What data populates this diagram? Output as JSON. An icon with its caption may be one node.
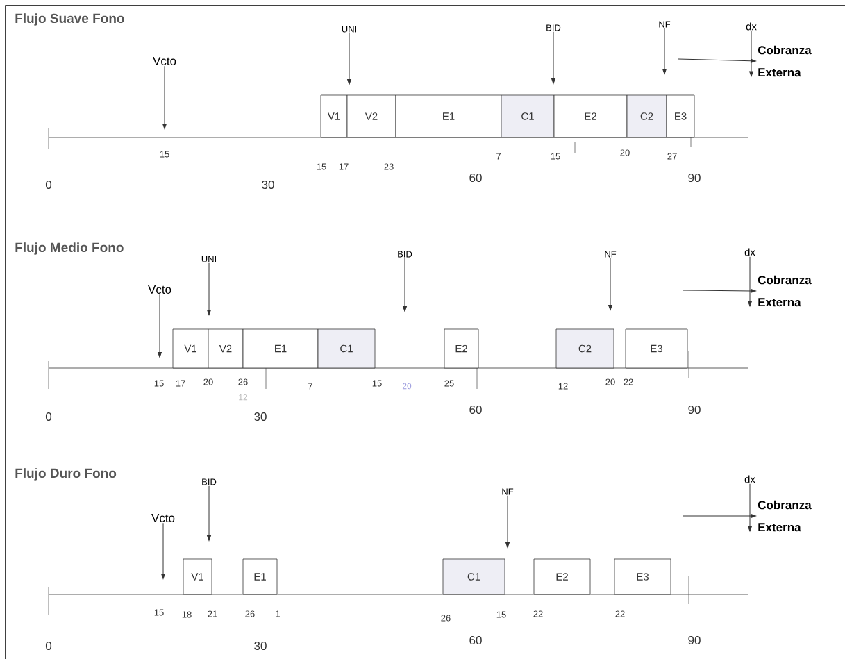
{
  "diagram": {
    "nodes": [
      {
        "text": [
          "Vcto"
        ]
      },
      {
        "text": [
          "UNI"
        ]
      },
      {
        "text": [
          "BID"
        ]
      },
      {
        "text": [
          "NF"
        ]
      },
      {
        "text": [
          "dx"
        ]
      },
      {
        "text": [
          "Cobranza Externa"
        ]
      },
      {
        "text": [
          "V1"
        ]
      },
      {
        "text": [
          "V2"
        ]
      },
      {
        "text": [
          "E1"
        ]
      },
      {
        "text": [
          "C1"
        ]
      },
      {
        "text": [
          "E2"
        ]
      },
      {
        "text": [
          "C2"
        ]
      },
      {
        "text": [
          "E3"
        ]
      },
      {
        "text": [
          "Vcto"
        ]
      },
      {
        "text": [
          "UNI"
        ]
      },
      {
        "text": [
          "BID"
        ]
      },
      {
        "text": [
          "NF"
        ]
      },
      {
        "text": [
          "dx"
        ]
      },
      {
        "text": [
          "Cobranza Externa"
        ]
      },
      {
        "text": [
          "V1"
        ]
      },
      {
        "text": [
          "V2"
        ]
      },
      {
        "text": [
          "E1"
        ]
      },
      {
        "text": [
          "C1"
        ]
      },
      {
        "text": [
          "E2"
        ]
      },
      {
        "text": [
          "C2"
        ]
      },
      {
        "text": [
          "E3"
        ]
      },
      {
        "text": [
          "Vcto"
        ]
      },
      {
        "text": [
          "BID"
        ]
      },
      {
        "text": [
          "NF"
        ]
      },
      {
        "text": [
          "dx"
        ]
      },
      {
        "text": [
          "Cobranza Externa"
        ]
      },
      {
        "text": [
          "V1"
        ]
      },
      {
        "text": [
          "E1"
        ]
      },
      {
        "text": [
          "C1"
        ]
      },
      {
        "text": [
          "E2"
        ]
      },
      {
        "text": [
          "E3"
        ]
      }
    ],
    "edges": [
      {
        "from": 0,
        "to": null,
        "arrow": "to"
      },
      {
        "from": 1,
        "to": null,
        "arrow": "to"
      },
      {
        "from": 2,
        "to": null,
        "arrow": "to"
      },
      {
        "from": 3,
        "to": null,
        "arrow": "to"
      },
      {
        "from": 4,
        "to": 5,
        "arrow": "to"
      },
      {
        "from": null,
        "to": 5,
        "arrow": "to"
      },
      {
        "from": 13,
        "to": null,
        "arrow": "to"
      },
      {
        "from": 14,
        "to": null,
        "arrow": "to"
      },
      {
        "from": 15,
        "to": null,
        "arrow": "to"
      },
      {
        "from": 16,
        "to": null,
        "arrow": "to"
      },
      {
        "from": 17,
        "to": 18,
        "arrow": "to"
      },
      {
        "from": null,
        "to": 18,
        "arrow": "to"
      },
      {
        "from": 26,
        "to": null,
        "arrow": "to"
      },
      {
        "from": 27,
        "to": null,
        "arrow": "to"
      },
      {
        "from": 28,
        "to": null,
        "arrow": "to"
      },
      {
        "from": 29,
        "to": 30,
        "arrow": "to"
      },
      {
        "from": null,
        "to": 30,
        "arrow": "to"
      }
    ],
    "labels": [
      "Flujo Suave Fono",
      "15",
      "15",
      "17",
      "23",
      "7",
      "15",
      "20",
      "27",
      "0",
      "30",
      "60",
      "90",
      "Flujo Medio Fono",
      "15",
      "17",
      "20",
      "26",
      "12",
      "7",
      "15",
      "20",
      "25",
      "12",
      "20",
      "22",
      "0",
      "30",
      "60",
      "90",
      "Flujo Duro Fono",
      "15",
      "18",
      "21",
      "26",
      "1",
      "26",
      "15",
      "22",
      "22",
      "0",
      "30",
      "60",
      "90"
    ]
  }
}
